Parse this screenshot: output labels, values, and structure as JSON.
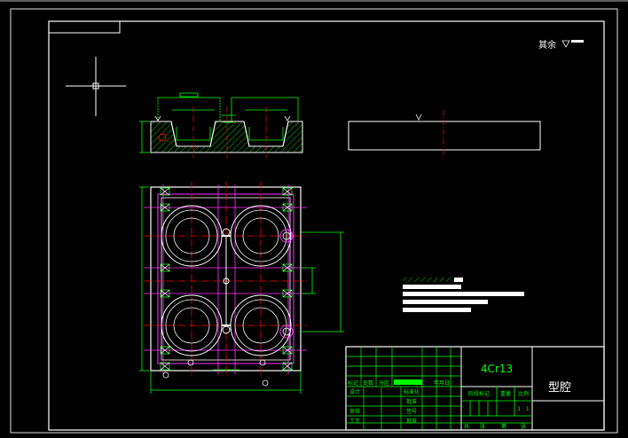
{
  "drawing": {
    "surface_note": "其余",
    "material": "4Cr13",
    "part_name": "型腔",
    "scale": "1 : 1"
  },
  "title_block": {
    "row1": [
      "标记",
      "处数",
      "分区"
    ],
    "row1_tail": [
      "年月日"
    ],
    "left_labels": [
      "设计",
      "审核",
      "工艺"
    ],
    "mid_labels": [
      "标准化",
      "批准",
      "签号"
    ],
    "right_headers": [
      "阶段标记",
      "重量",
      "比例"
    ],
    "sheet_labels": [
      "共",
      "张",
      "第",
      "张"
    ],
    "extra": "批准"
  },
  "colors": {
    "background": "#000000",
    "white": "#ffffff",
    "green": "#00ff00",
    "red": "#ff0000",
    "magenta": "#ff33ff",
    "frame": "#dddddd"
  }
}
